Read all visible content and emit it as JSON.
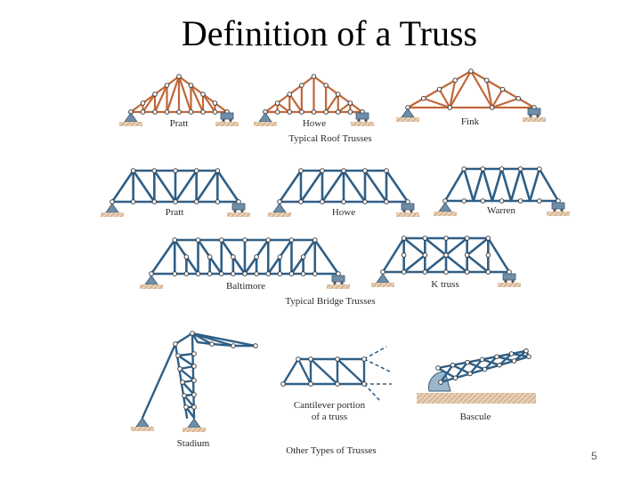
{
  "slide": {
    "title": "Definition of a Truss",
    "page_number": "5"
  },
  "diagram": {
    "roof": {
      "caption": "Typical Roof Trusses",
      "pratt": "Pratt",
      "howe": "Howe",
      "fink": "Fink"
    },
    "bridge_row1": {
      "pratt": "Pratt",
      "howe": "Howe",
      "warren": "Warren"
    },
    "bridge_row2": {
      "baltimore": "Baltimore",
      "k_truss": "K truss",
      "caption": "Typical Bridge Trusses"
    },
    "other": {
      "stadium": "Stadium",
      "cantilever_line1": "Cantilever portion",
      "cantilever_line2": "of a truss",
      "bascule": "Bascule",
      "caption": "Other Types of Trusses"
    },
    "colors": {
      "roof": "#c0683a",
      "bridge": "#2f5f86",
      "support": "#6f8ea8",
      "ground": "#c9a27a"
    }
  }
}
